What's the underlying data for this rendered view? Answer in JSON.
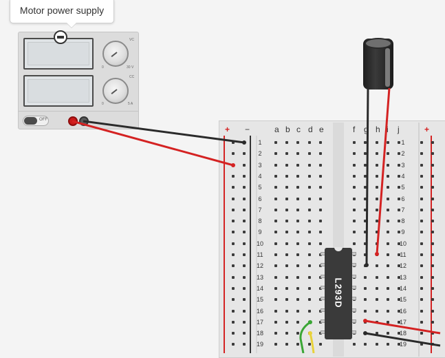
{
  "tooltip": {
    "text": "Motor power supply"
  },
  "power_supply": {
    "switch_label": "OFF",
    "voltage_knob": {
      "min": "0",
      "max": "30 V",
      "tag": "VC"
    },
    "current_knob": {
      "min": "0",
      "max": "5 A",
      "tag": "CC"
    }
  },
  "breadboard": {
    "rail_labels": {
      "plus_left": "+",
      "minus_left": "−",
      "plus_right": "+"
    },
    "columns_left": [
      "a",
      "b",
      "c",
      "d",
      "e"
    ],
    "columns_right": [
      "f",
      "g",
      "h",
      "i",
      "j"
    ],
    "row_numbers": [
      "1",
      "2",
      "3",
      "4",
      "5",
      "6",
      "7",
      "8",
      "9",
      "10",
      "11",
      "12",
      "13",
      "14",
      "15",
      "16",
      "17",
      "18",
      "19"
    ]
  },
  "chip": {
    "label": "L293D"
  },
  "colors": {
    "wire_red": "#d42222",
    "wire_black": "#2a2a2a",
    "wire_green": "#3aa635",
    "wire_yellow": "#e8d23a",
    "rail_red": "#d42222",
    "rail_black": "#333333"
  }
}
